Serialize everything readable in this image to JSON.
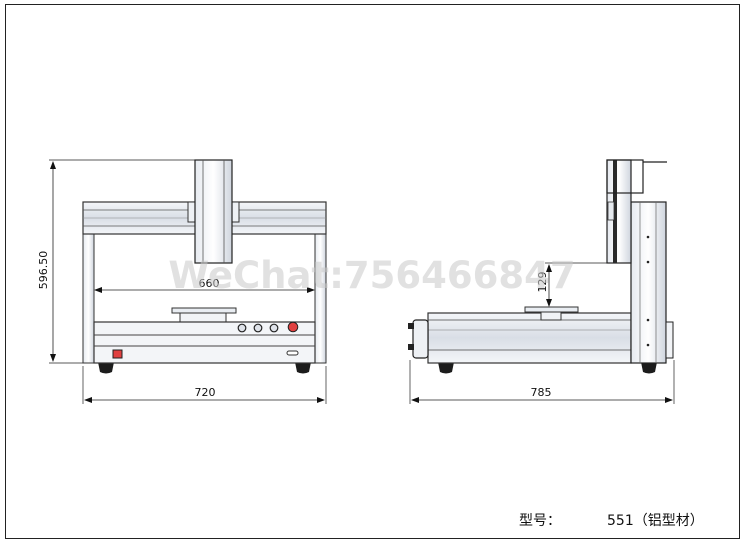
{
  "front_view": {
    "height_dim": "596.50",
    "inner_width_dim": "660",
    "width_dim": "720"
  },
  "side_view": {
    "depth_dim": "785",
    "z_height_dim": "129"
  },
  "watermark": "WeChat:756466847",
  "model": {
    "label": "型号：",
    "value": "551（铝型材）"
  }
}
